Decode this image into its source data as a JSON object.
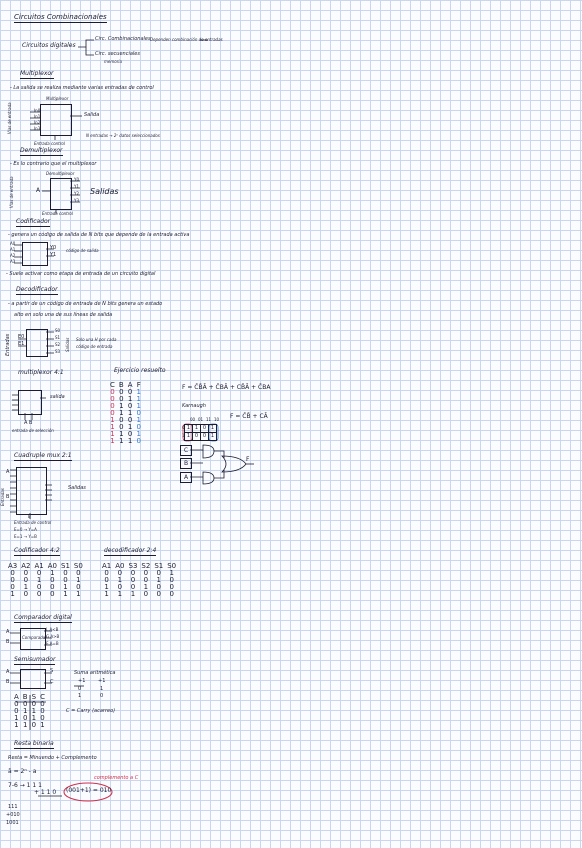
{
  "title": "Circuitos Combinacionales",
  "intro": {
    "main": "Circuitos digitales",
    "branch1": "Circ. Combinacionales",
    "branch1_desc": "Dependen combinación de entradas",
    "branch2": "Circ. secuenciales",
    "branch2_desc": "memoria"
  },
  "multiplexor": {
    "heading": "Multiplexor",
    "bullet": "- La salida se realiza mediante varias entradas de control",
    "box_label": "Multiplexor",
    "inputs": [
      "In0",
      "In1",
      "In2",
      "In3"
    ],
    "side_label": "Vías de entrada",
    "output": "Salida",
    "control": "Entrada control",
    "note": "N entradas → 2ⁿ datos seleccionados"
  },
  "demultiplexor": {
    "heading": "Demultiplexor",
    "bullet": "- Es lo contrario que el multiplexor",
    "box_label": "Demultiplexor",
    "input": "A",
    "side_label": "Vías de entrada",
    "outputs": [
      "Y0",
      "Y1",
      "Y2",
      "Y3"
    ],
    "outputs_label": "Salidas",
    "control": "Entrada control"
  },
  "codificador": {
    "heading": "Codificador",
    "bullet": "- genera un código de salida de N bits que depende de la entrada activa",
    "inputs": [
      "A0",
      "A1",
      "A2",
      "A3"
    ],
    "outputs": [
      "Y0",
      "Y1"
    ],
    "out_label": "código de salida",
    "bullet2": "- Suele activar como etapa de entrada de un circuito digital"
  },
  "decodificador": {
    "heading": "Decodificador",
    "bullet": "- a partir de un código de entrada de N bits genera un estado",
    "bullet_cont": "alto en solo una de sus líneas de salida",
    "side_label": "Entradas",
    "inputs": [
      "E0",
      "E1"
    ],
    "outputs": [
      "S0",
      "S1",
      "S2",
      "S3"
    ],
    "out_side": "Salidas",
    "note1": "Solo una H por cada",
    "note2": "código de entrada"
  },
  "mux41": {
    "heading": "multiplexor 4:1",
    "out": "salida",
    "ctrl": "A  B",
    "ctrl_label": "entrada de selección"
  },
  "ejercicio": {
    "heading": "Ejercicio resuelto",
    "headers": [
      "C",
      "B",
      "A",
      "F"
    ],
    "rows": [
      [
        "0",
        "0",
        "0",
        "1"
      ],
      [
        "0",
        "0",
        "1",
        "1"
      ],
      [
        "0",
        "1",
        "0",
        "1"
      ],
      [
        "0",
        "1",
        "1",
        "0"
      ],
      [
        "1",
        "0",
        "0",
        "1"
      ],
      [
        "1",
        "0",
        "1",
        "0"
      ],
      [
        "1",
        "1",
        "0",
        "1"
      ],
      [
        "1",
        "1",
        "1",
        "0"
      ]
    ],
    "formula": "F = C̄B̄Ā + C̄BĀ + CB̄Ā + C̄BA",
    "kmap_label": "Karnaugh",
    "k_cols": [
      "00",
      "01",
      "11",
      "10"
    ],
    "k_rows": [
      "0",
      "1"
    ],
    "k_values": [
      [
        "1",
        "1",
        "0",
        "1"
      ],
      [
        "1",
        "0",
        "0",
        "1"
      ]
    ],
    "simplified": "F = C̄B̄ + CĀ",
    "gate_inputs": [
      "C",
      "B",
      "A"
    ],
    "gate_output": "F"
  },
  "cuadruple": {
    "heading": "Cuadruple mux 2:1",
    "in_a": "A",
    "in_b": "B",
    "side": "Entradas",
    "out": "Salidas",
    "sel": "B",
    "sel_label": "Entrada de control",
    "rule1": "E=0 → Y=A",
    "rule2": "E=1 → Y=B"
  },
  "cod42": {
    "heading": "Codificador 4:2",
    "headers": [
      "A3",
      "A2",
      "A1",
      "A0",
      "S1",
      "S0"
    ],
    "rows": [
      [
        "0",
        "0",
        "0",
        "1",
        "0",
        "0"
      ],
      [
        "0",
        "0",
        "1",
        "0",
        "0",
        "1"
      ],
      [
        "0",
        "1",
        "0",
        "0",
        "1",
        "0"
      ],
      [
        "1",
        "0",
        "0",
        "0",
        "1",
        "1"
      ]
    ]
  },
  "dec24": {
    "heading": "decodificador 2:4",
    "headers": [
      "A1",
      "A0",
      "S3",
      "S2",
      "S1",
      "S0"
    ],
    "rows": [
      [
        "0",
        "0",
        "0",
        "0",
        "0",
        "1"
      ],
      [
        "0",
        "1",
        "0",
        "0",
        "1",
        "0"
      ],
      [
        "1",
        "0",
        "0",
        "1",
        "0",
        "0"
      ],
      [
        "1",
        "1",
        "1",
        "0",
        "0",
        "0"
      ]
    ]
  },
  "comparador": {
    "heading": "Comparador digital",
    "box": "Comparador",
    "in_a": "A",
    "in_b": "B",
    "outs": [
      "L A<B",
      "G A>B",
      "E A=B"
    ]
  },
  "semisumador": {
    "heading": "Semisumador",
    "in_a": "A",
    "in_b": "B",
    "out_s": "S",
    "out_c": "C",
    "sum_label": "Suma aritmética",
    "sum_lines": [
      "+1",
      "+1",
      "0",
      "1",
      "1",
      "0"
    ],
    "headers": [
      "A",
      "B",
      "S",
      "C"
    ],
    "rows": [
      [
        "0",
        "0",
        "0",
        "0"
      ],
      [
        "0",
        "1",
        "1",
        "0"
      ],
      [
        "1",
        "0",
        "1",
        "0"
      ],
      [
        "1",
        "1",
        "0",
        "1"
      ]
    ],
    "carry_note": "C = Carry (acarreo)"
  },
  "resta": {
    "heading": "Resta binaria",
    "line1": "Resta = Minuendo + Complemento",
    "line2": "ā = 2ⁿ - a",
    "complement_label": "complemento a C",
    "line3": "7-6 →  1 1 1",
    "line4": "+ 1 1 0",
    "circled": "(001+1) = 010",
    "left_col": [
      "111",
      "+010",
      "1001"
    ]
  }
}
